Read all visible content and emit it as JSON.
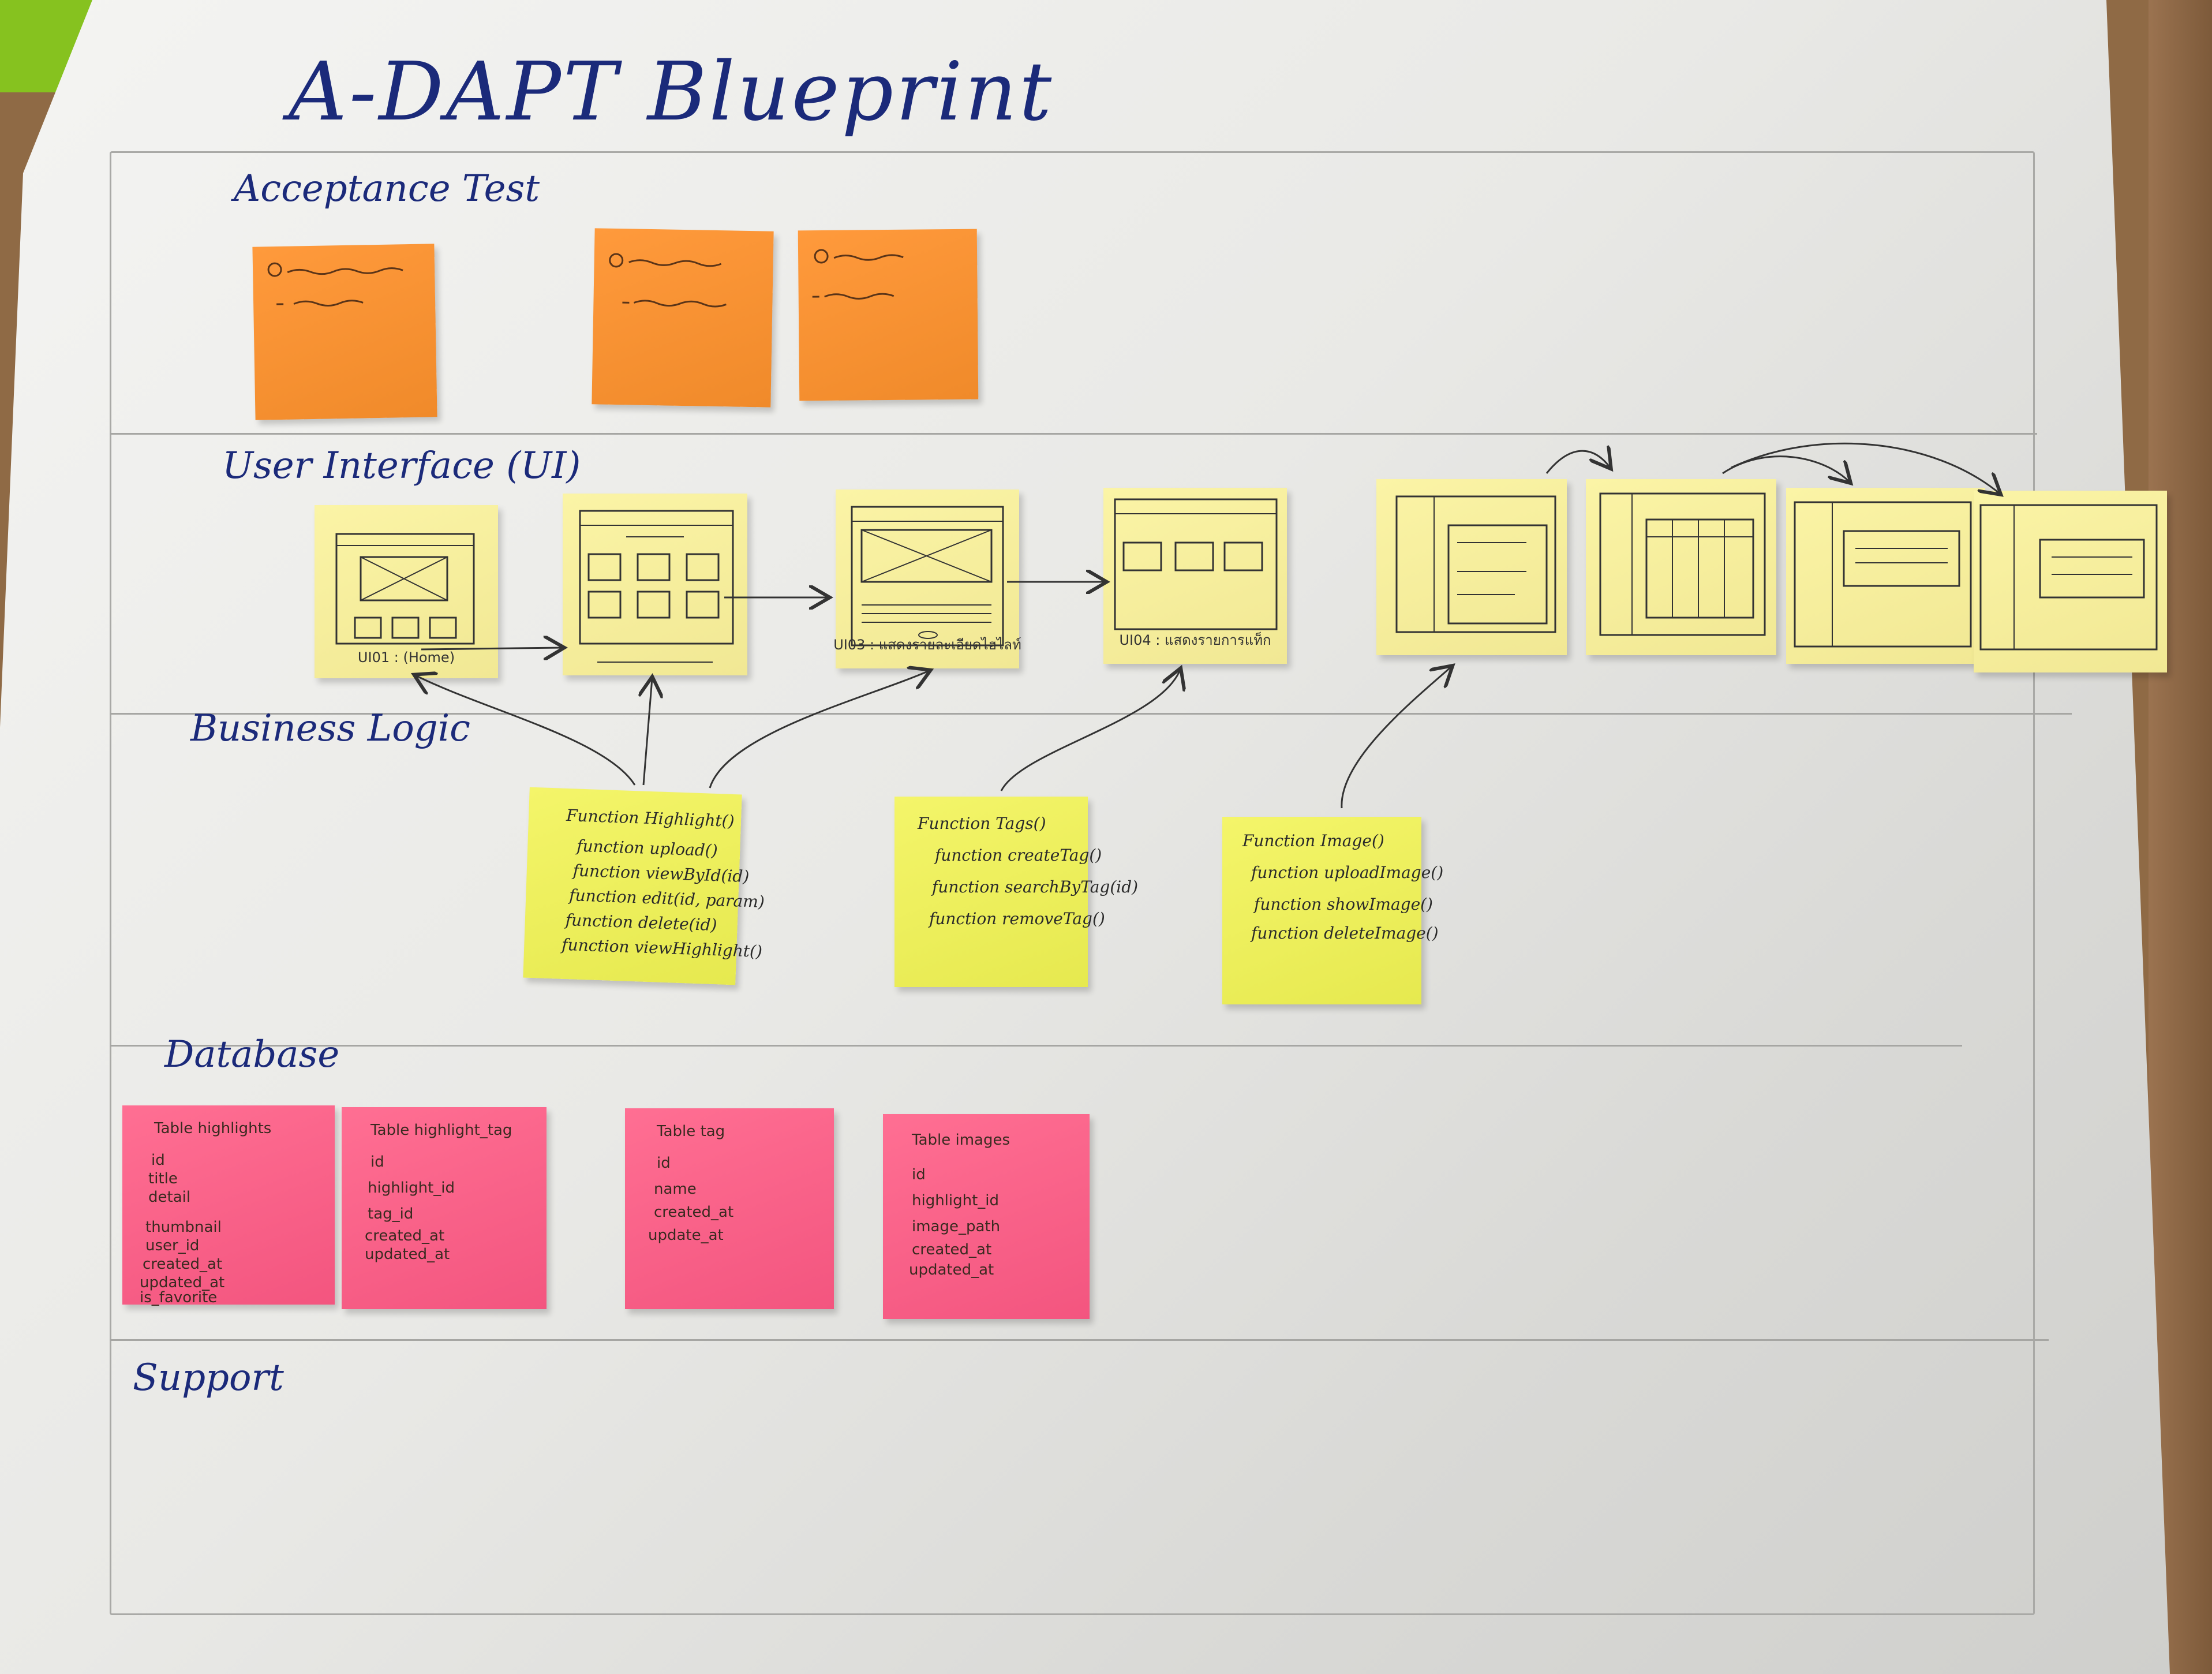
{
  "title": "A-DAPT Blueprint",
  "lanes": {
    "acceptance": "Acceptance Test",
    "ui": "User Interface (UI)",
    "business": "Business Logic",
    "database": "Database",
    "support": "Support"
  },
  "ui_captions": {
    "ui01": "UI01 : (Home)",
    "ui03": "UI03 : แสดงรายละเอียดไฮไลท์",
    "ui04": "UI04 : แสดงรายการแท็ก"
  },
  "business_notes": [
    {
      "lines": [
        "Function Highlight()",
        "function upload()",
        "function viewById(id)",
        "function edit(id, param)",
        "function delete(id)",
        "function viewHighlight()"
      ]
    },
    {
      "lines": [
        "Function Tags()",
        "function createTag()",
        "function searchByTag(id)",
        "function removeTag()"
      ]
    },
    {
      "lines": [
        "Function Image()",
        "function uploadImage()",
        "function showImage()",
        "function deleteImage()"
      ]
    }
  ],
  "database_notes": [
    {
      "lines": [
        "Table highlights",
        "id",
        "title",
        "detail",
        "thumbnail",
        "user_id",
        "created_at",
        "updated_at",
        "is_favorite"
      ]
    },
    {
      "lines": [
        "Table highlight_tag",
        "id",
        "highlight_id",
        "tag_id",
        "created_at",
        "updated_at"
      ]
    },
    {
      "lines": [
        "Table tag",
        "id",
        "name",
        "created_at",
        "update_at"
      ]
    },
    {
      "lines": [
        "Table images",
        "id",
        "highlight_id",
        "image_path",
        "created_at",
        "updated_at"
      ]
    }
  ]
}
